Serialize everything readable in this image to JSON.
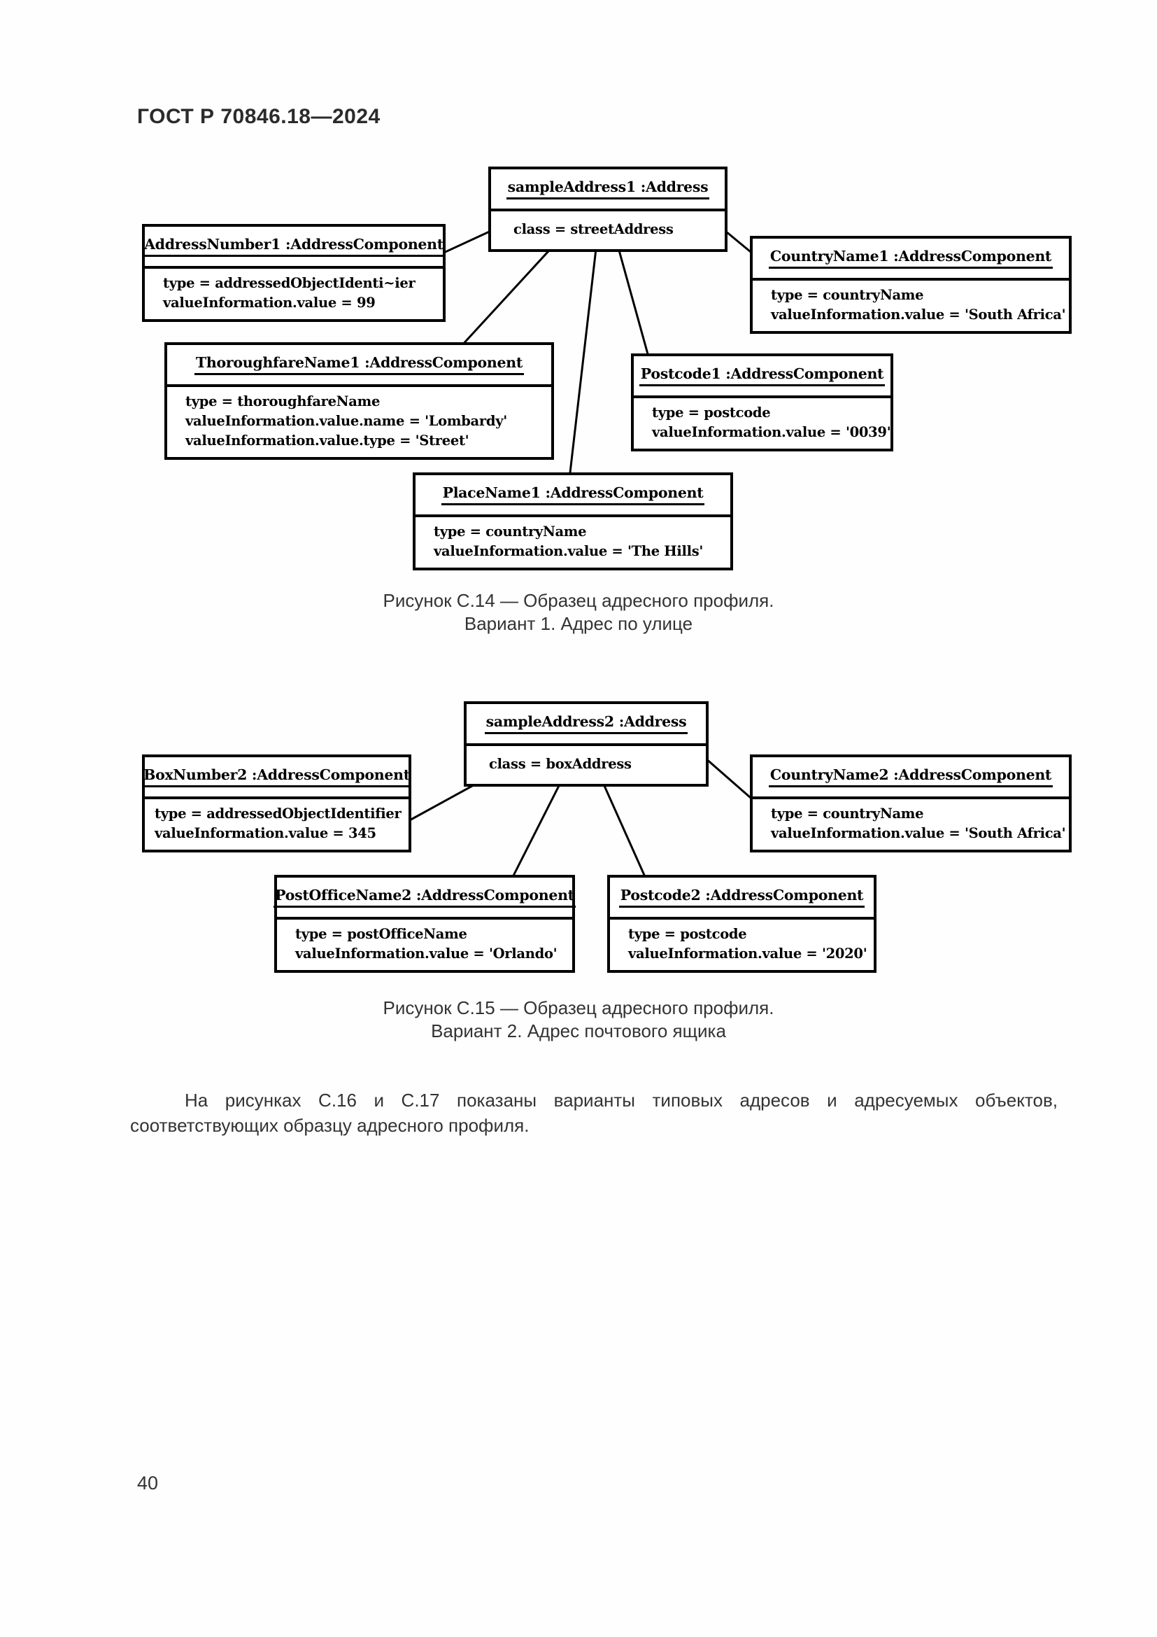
{
  "document": {
    "header": "ГОСТ Р 70846.18—2024",
    "page_number": "40",
    "paragraph": "На рисунках С.16 и С.17 показаны варианты типовых адресов и адресуемых объектов, соответствующих образцу адресного профиля."
  },
  "figure1": {
    "caption_line1": "Рисунок С.14 — Образец адресного профиля.",
    "caption_line2": "Вариант 1. Адрес по улице",
    "nodes": [
      {
        "id": "sampleAddress1",
        "title": "sampleAddress1 :Address",
        "attrs": [
          "class = streetAddress"
        ]
      },
      {
        "id": "AddressNumber1",
        "title": "AddressNumber1 :AddressComponent",
        "attrs": [
          "type = addressedObjectIdenti~ier",
          "valueInformation.value = 99"
        ]
      },
      {
        "id": "CountryName1",
        "title": "CountryName1 :AddressComponent",
        "attrs": [
          "type = countryName",
          "valueInformation.value = 'South Africa'"
        ]
      },
      {
        "id": "ThoroughfareName1",
        "title": "ThoroughfareName1 :AddressComponent",
        "attrs": [
          "type = thoroughfareName",
          "valueInformation.value.name = 'Lombardy'",
          "valueInformation.value.type = 'Street'"
        ]
      },
      {
        "id": "Postcode1",
        "title": "Postcode1 :AddressComponent",
        "attrs": [
          "type = postcode",
          "valueInformation.value = '0039'"
        ]
      },
      {
        "id": "PlaceName1",
        "title": "PlaceName1 :AddressComponent",
        "attrs": [
          "type = countryName",
          "valueInformation.value = 'The Hills'"
        ]
      }
    ]
  },
  "figure2": {
    "caption_line1": "Рисунок С.15 — Образец адресного профиля.",
    "caption_line2": "Вариант 2. Адрес почтового ящика",
    "nodes": [
      {
        "id": "sampleAddress2",
        "title": "sampleAddress2 :Address",
        "attrs": [
          "class = boxAddress"
        ]
      },
      {
        "id": "BoxNumber2",
        "title": "BoxNumber2 :AddressComponent",
        "attrs": [
          "type = addressedObjectIdentifier",
          "valueInformation.value = 345"
        ]
      },
      {
        "id": "CountryName2",
        "title": "CountryName2 :AddressComponent",
        "attrs": [
          "type = countryName",
          "valueInformation.value = 'South Africa'"
        ]
      },
      {
        "id": "PostOfficeName2",
        "title": "PostOfficeName2 :AddressComponent",
        "attrs": [
          "type = postOfficeName",
          "valueInformation.value = 'Orlando'"
        ]
      },
      {
        "id": "Postcode2",
        "title": "Postcode2 :AddressComponent",
        "attrs": [
          "type = postcode",
          "valueInformation.value = '2020'"
        ]
      }
    ]
  }
}
